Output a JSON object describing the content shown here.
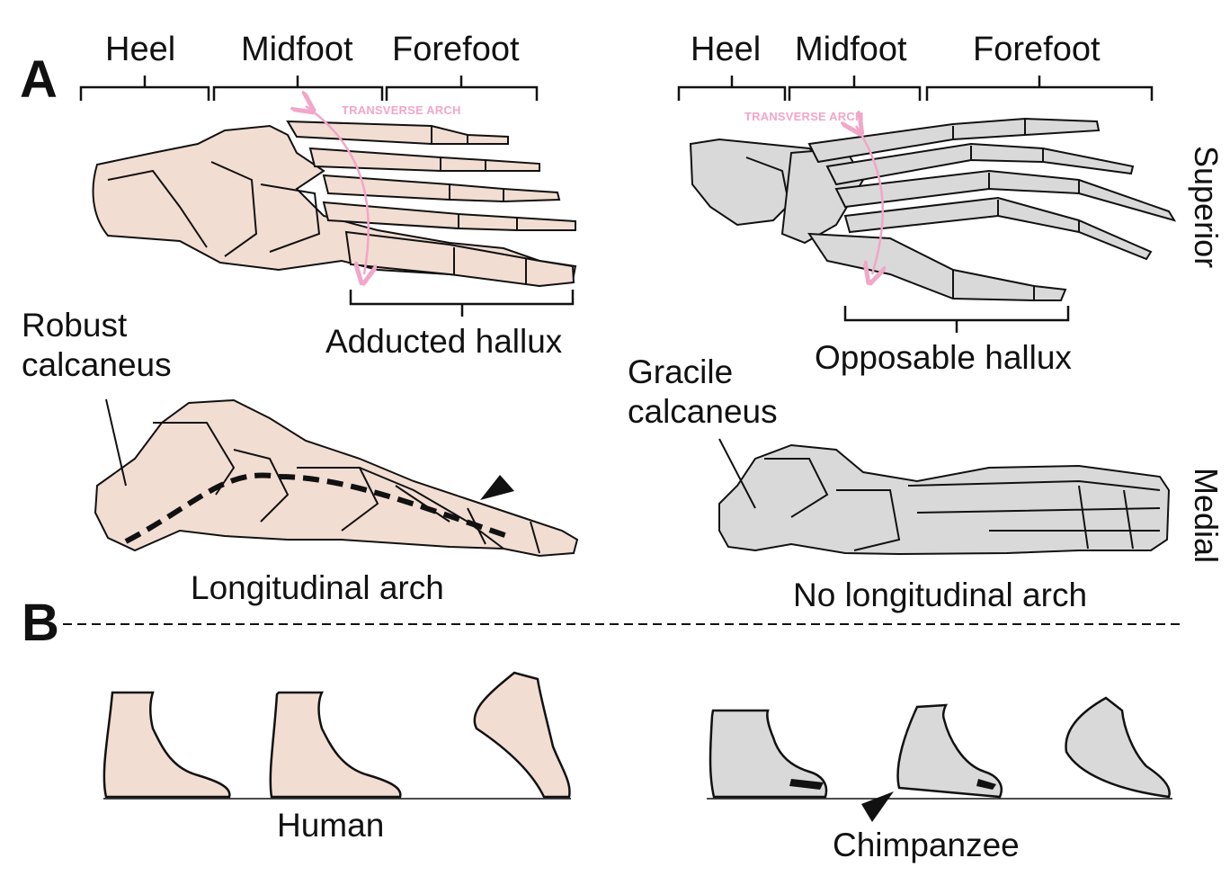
{
  "panel_a": {
    "letter": "A",
    "human": {
      "regions": [
        "Heel",
        "Midfoot",
        "Forefoot"
      ],
      "transverse_arch": "TRANSVERSE ARCH",
      "hallux": "Adducted hallux",
      "calcaneus": "Robust\ncalcaneus",
      "arch": "Longitudinal arch"
    },
    "chimpanzee": {
      "regions": [
        "Heel",
        "Midfoot",
        "Forefoot"
      ],
      "transverse_arch": "TRANSVERSE ARCH",
      "hallux": "Opposable hallux",
      "calcaneus": "Gracile\ncalcaneus",
      "arch": "No longitudinal arch"
    },
    "views": [
      "Superior",
      "Medial"
    ]
  },
  "panel_b": {
    "letter": "B",
    "human_label": "Human",
    "chimp_label": "Chimpanzee"
  },
  "colors": {
    "human_fill": "#f2ddd2",
    "chimp_fill": "#d9d9d9",
    "arch_pink": "#f2a6c8",
    "outline": "#111111"
  }
}
